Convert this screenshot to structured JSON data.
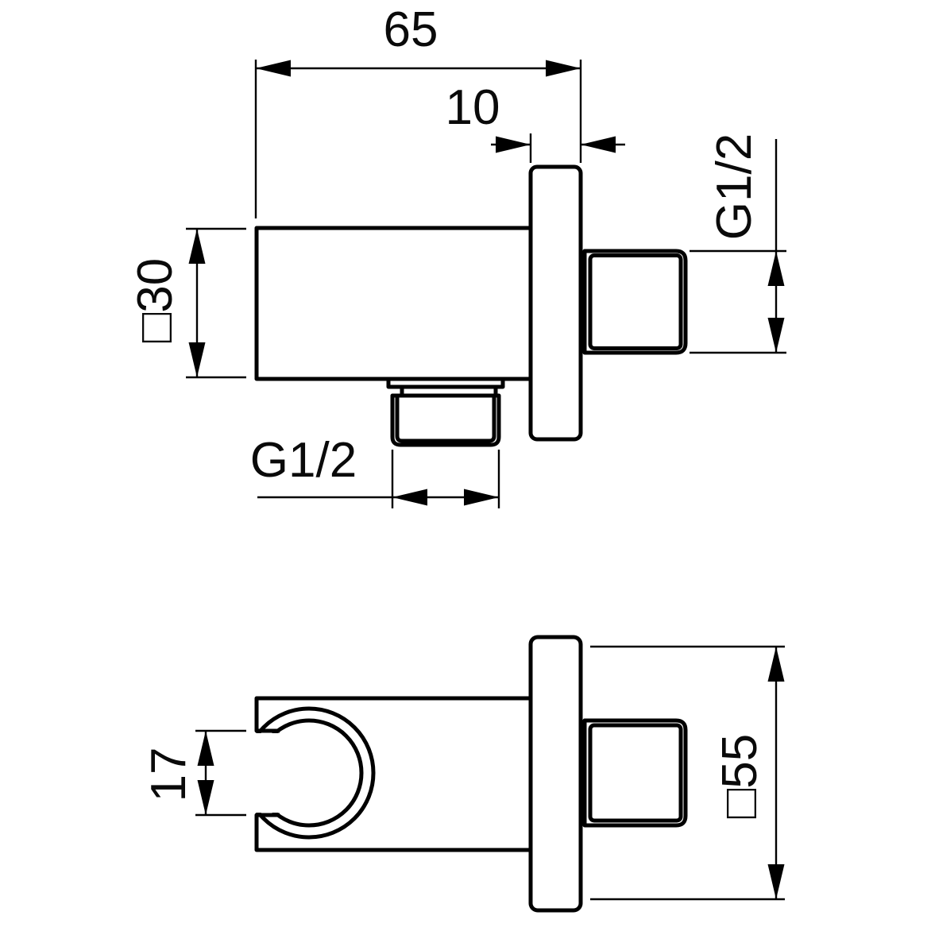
{
  "page": {
    "background": "#ffffff",
    "line_color": "#000000",
    "description": "Technical dimension drawing of a square wall-outlet shower elbow with hand-shower holder, two orthographic views"
  },
  "views": {
    "top_view": {
      "dimensions": {
        "overall_depth": "65",
        "plate_thickness": "10",
        "wall_thread": "G1/2",
        "body_square_size": "□30",
        "outlet_thread": "G1/2"
      }
    },
    "bottom_view": {
      "dimensions": {
        "bracket_slot_width": "17",
        "plate_square_size": "□55"
      }
    }
  }
}
